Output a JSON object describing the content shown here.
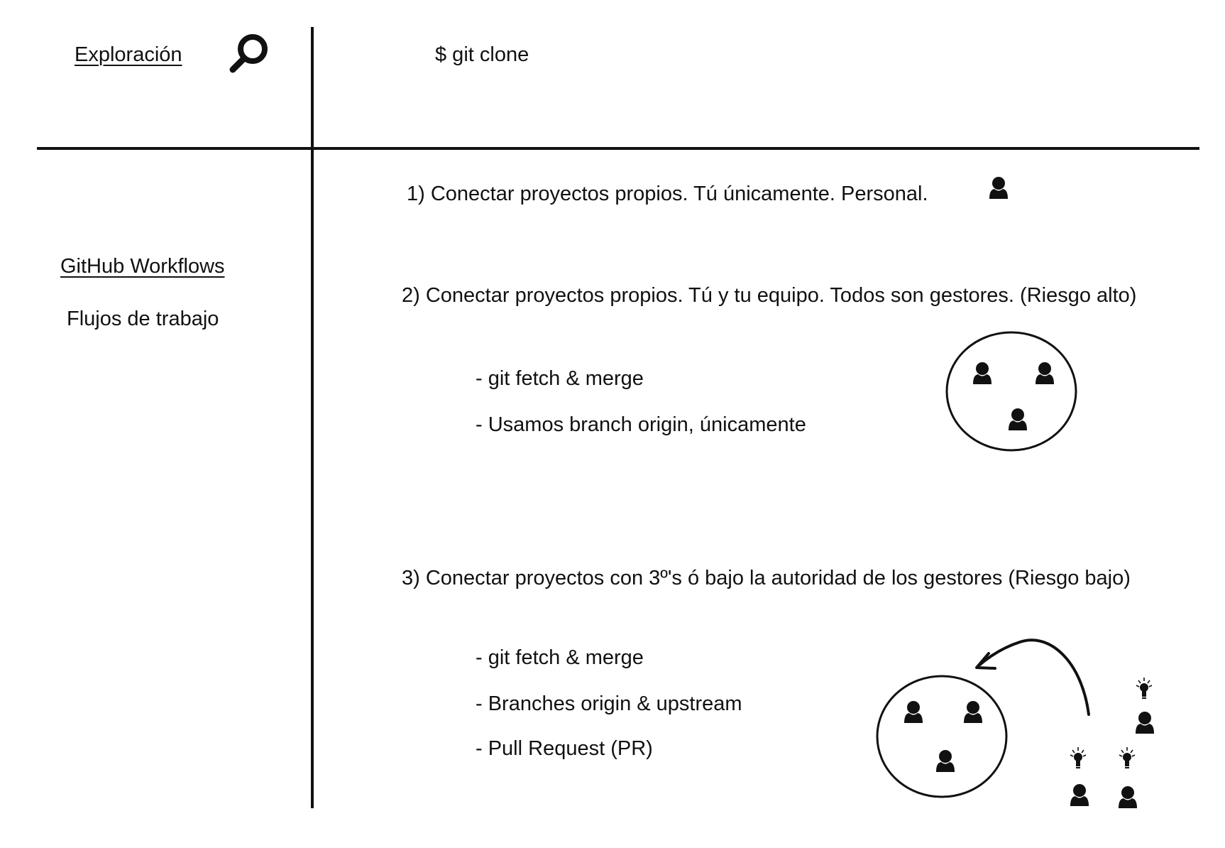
{
  "header": {
    "section_link": "Exploración",
    "section_icon": "magnifier-icon",
    "command": "$ git clone"
  },
  "sidebar": {
    "topic_link": "GitHub Workflows",
    "topic_subtitle": "Flujos de trabajo"
  },
  "workflows": [
    {
      "title": "1) Conectar proyectos propios. Tú únicamente. Personal.",
      "icon": "person-icon",
      "bullets": []
    },
    {
      "title": "2) Conectar proyectos propios. Tú y tu equipo. Todos son gestores. (Riesgo alto)",
      "bullets": [
        "- git fetch & merge",
        "- Usamos branch origin, únicamente"
      ],
      "diagram": {
        "team_members": 3
      }
    },
    {
      "title": "3) Conectar proyectos con 3º's ó bajo la autoridad de los gestores (Riesgo bajo)",
      "bullets": [
        "- git fetch & merge",
        "- Branches origin & upstream",
        "- Pull Request (PR)"
      ],
      "diagram": {
        "team_members": 3,
        "external_contributors": 3,
        "contributor_icon": "lightbulb-icon",
        "flow_icon": "curved-arrow-icon"
      }
    }
  ],
  "colors": {
    "ink": "#111111",
    "background": "#ffffff"
  }
}
